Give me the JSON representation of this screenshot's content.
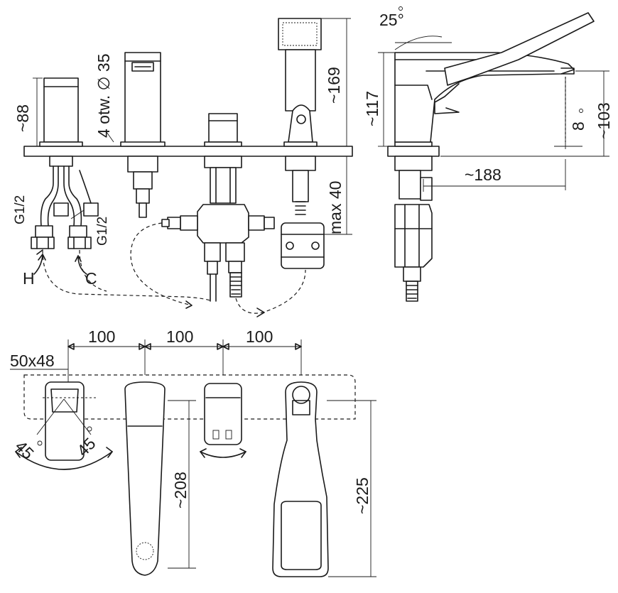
{
  "dimensions": {
    "height_mixer": "~88",
    "hole_note": "4 otw. ∅ 35",
    "shower_head_height": "~169",
    "max_deck": "max 40",
    "spout_height": "~117",
    "spout_tip_height": "~103",
    "spout_tip_gap": "8",
    "spout_reach": "~188",
    "spout_angle": "25°",
    "spacing_1": "100",
    "spacing_2": "100",
    "spacing_3": "100",
    "rosette": "50x48",
    "rotation_left": "45",
    "rotation_right": "45",
    "top_spout_length": "~208",
    "top_shower_length": "~225"
  },
  "connections": {
    "hot_label": "H",
    "cold_label": "C",
    "thread_left": "G1/2",
    "thread_right": "G1/2"
  }
}
